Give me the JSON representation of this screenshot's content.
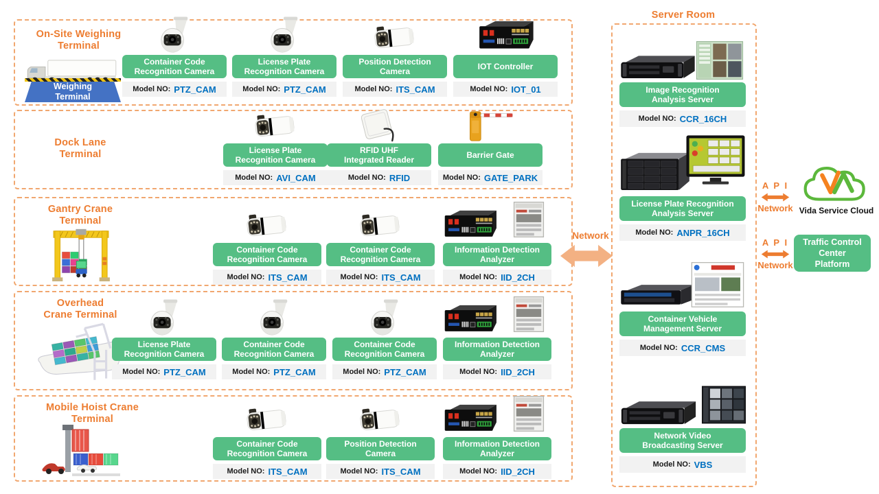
{
  "labels": {
    "model": "Model NO:",
    "network": "Network",
    "api": "A P I"
  },
  "colors": {
    "accent_orange": "#ED7D31",
    "dash_border": "#F1A76F",
    "box_green": "#55BE84",
    "model_blue": "#0070C0",
    "model_strip_gray": "#F2F2F2",
    "arrow_peach": "#F3B183",
    "platform_blue": "#4472C4",
    "cloud_green": "#5CB83C",
    "cloud_orange": "#F5821F"
  },
  "icons": [
    "ptz-dome-camera-icon",
    "bullet-camera-icon",
    "iot-controller-icon",
    "analyzer-box-icon",
    "analyzer-screenshot",
    "rfid-reader-icon",
    "barrier-gate-icon",
    "truck-icon",
    "gantry-crane-icon",
    "container-ship-icon",
    "mobile-hoist-icon",
    "rack-server-icon",
    "server-screenshot",
    "cloud-logo-icon",
    "double-arrow-icon"
  ],
  "sections": [
    {
      "title": "On-Site Weighing\nTerminal",
      "vehicle_label": "Weighing\nTerminal",
      "devices": [
        {
          "label": "Container Code\nRecognition Camera",
          "model": "PTZ_CAM"
        },
        {
          "label": "License Plate\nRecognition Camera",
          "model": "PTZ_CAM"
        },
        {
          "label": "Position Detection\nCamera",
          "model": "ITS_CAM"
        },
        {
          "label": "IOT Controller",
          "model": "IOT_01"
        }
      ]
    },
    {
      "title": "Dock Lane\nTerminal",
      "devices": [
        {
          "label": "License Plate\nRecognition Camera",
          "model": "AVI_CAM"
        },
        {
          "label": "RFID  UHF\nIntegrated Reader",
          "model": "RFID"
        },
        {
          "label": "Barrier Gate",
          "model": "GATE_PARK"
        }
      ]
    },
    {
      "title": "Gantry Crane\nTerminal",
      "devices": [
        {
          "label": "Container Code\nRecognition Camera",
          "model": "ITS_CAM"
        },
        {
          "label": "Container Code\nRecognition Camera",
          "model": "ITS_CAM"
        },
        {
          "label": "Information Detection\nAnalyzer",
          "model": "IID_2CH"
        }
      ]
    },
    {
      "title": "Overhead\nCrane Terminal",
      "devices": [
        {
          "label": "License Plate\nRecognition Camera",
          "model": "PTZ_CAM"
        },
        {
          "label": "Container Code\nRecognition Camera",
          "model": "PTZ_CAM"
        },
        {
          "label": "Container Code\nRecognition Camera",
          "model": "PTZ_CAM"
        },
        {
          "label": "Information Detection\nAnalyzer",
          "model": "IID_2CH"
        }
      ]
    },
    {
      "title": "Mobile Hoist Crane\nTerminal",
      "devices": [
        {
          "label": "Container Code\nRecognition Camera",
          "model": "ITS_CAM"
        },
        {
          "label": "Position Detection\nCamera",
          "model": "ITS_CAM"
        },
        {
          "label": "Information Detection\nAnalyzer",
          "model": "IID_2CH"
        }
      ]
    }
  ],
  "server_room": {
    "title": "Server Room",
    "servers": [
      {
        "label": "Image Recognition\nAnalysis Server",
        "model": "CCR_16CH"
      },
      {
        "label": "License Plate  Recognition\nAnalysis Server",
        "model": "ANPR_16CH"
      },
      {
        "label": "Container Vehicle\nManagement Server",
        "model": "CCR_CMS"
      },
      {
        "label": "Network Video\nBroadcasting Server",
        "model": "VBS"
      }
    ]
  },
  "right": {
    "cloud_label": "Vida Service Cloud",
    "platform_label": "Traffic Control\nCenter\nPlatform"
  }
}
